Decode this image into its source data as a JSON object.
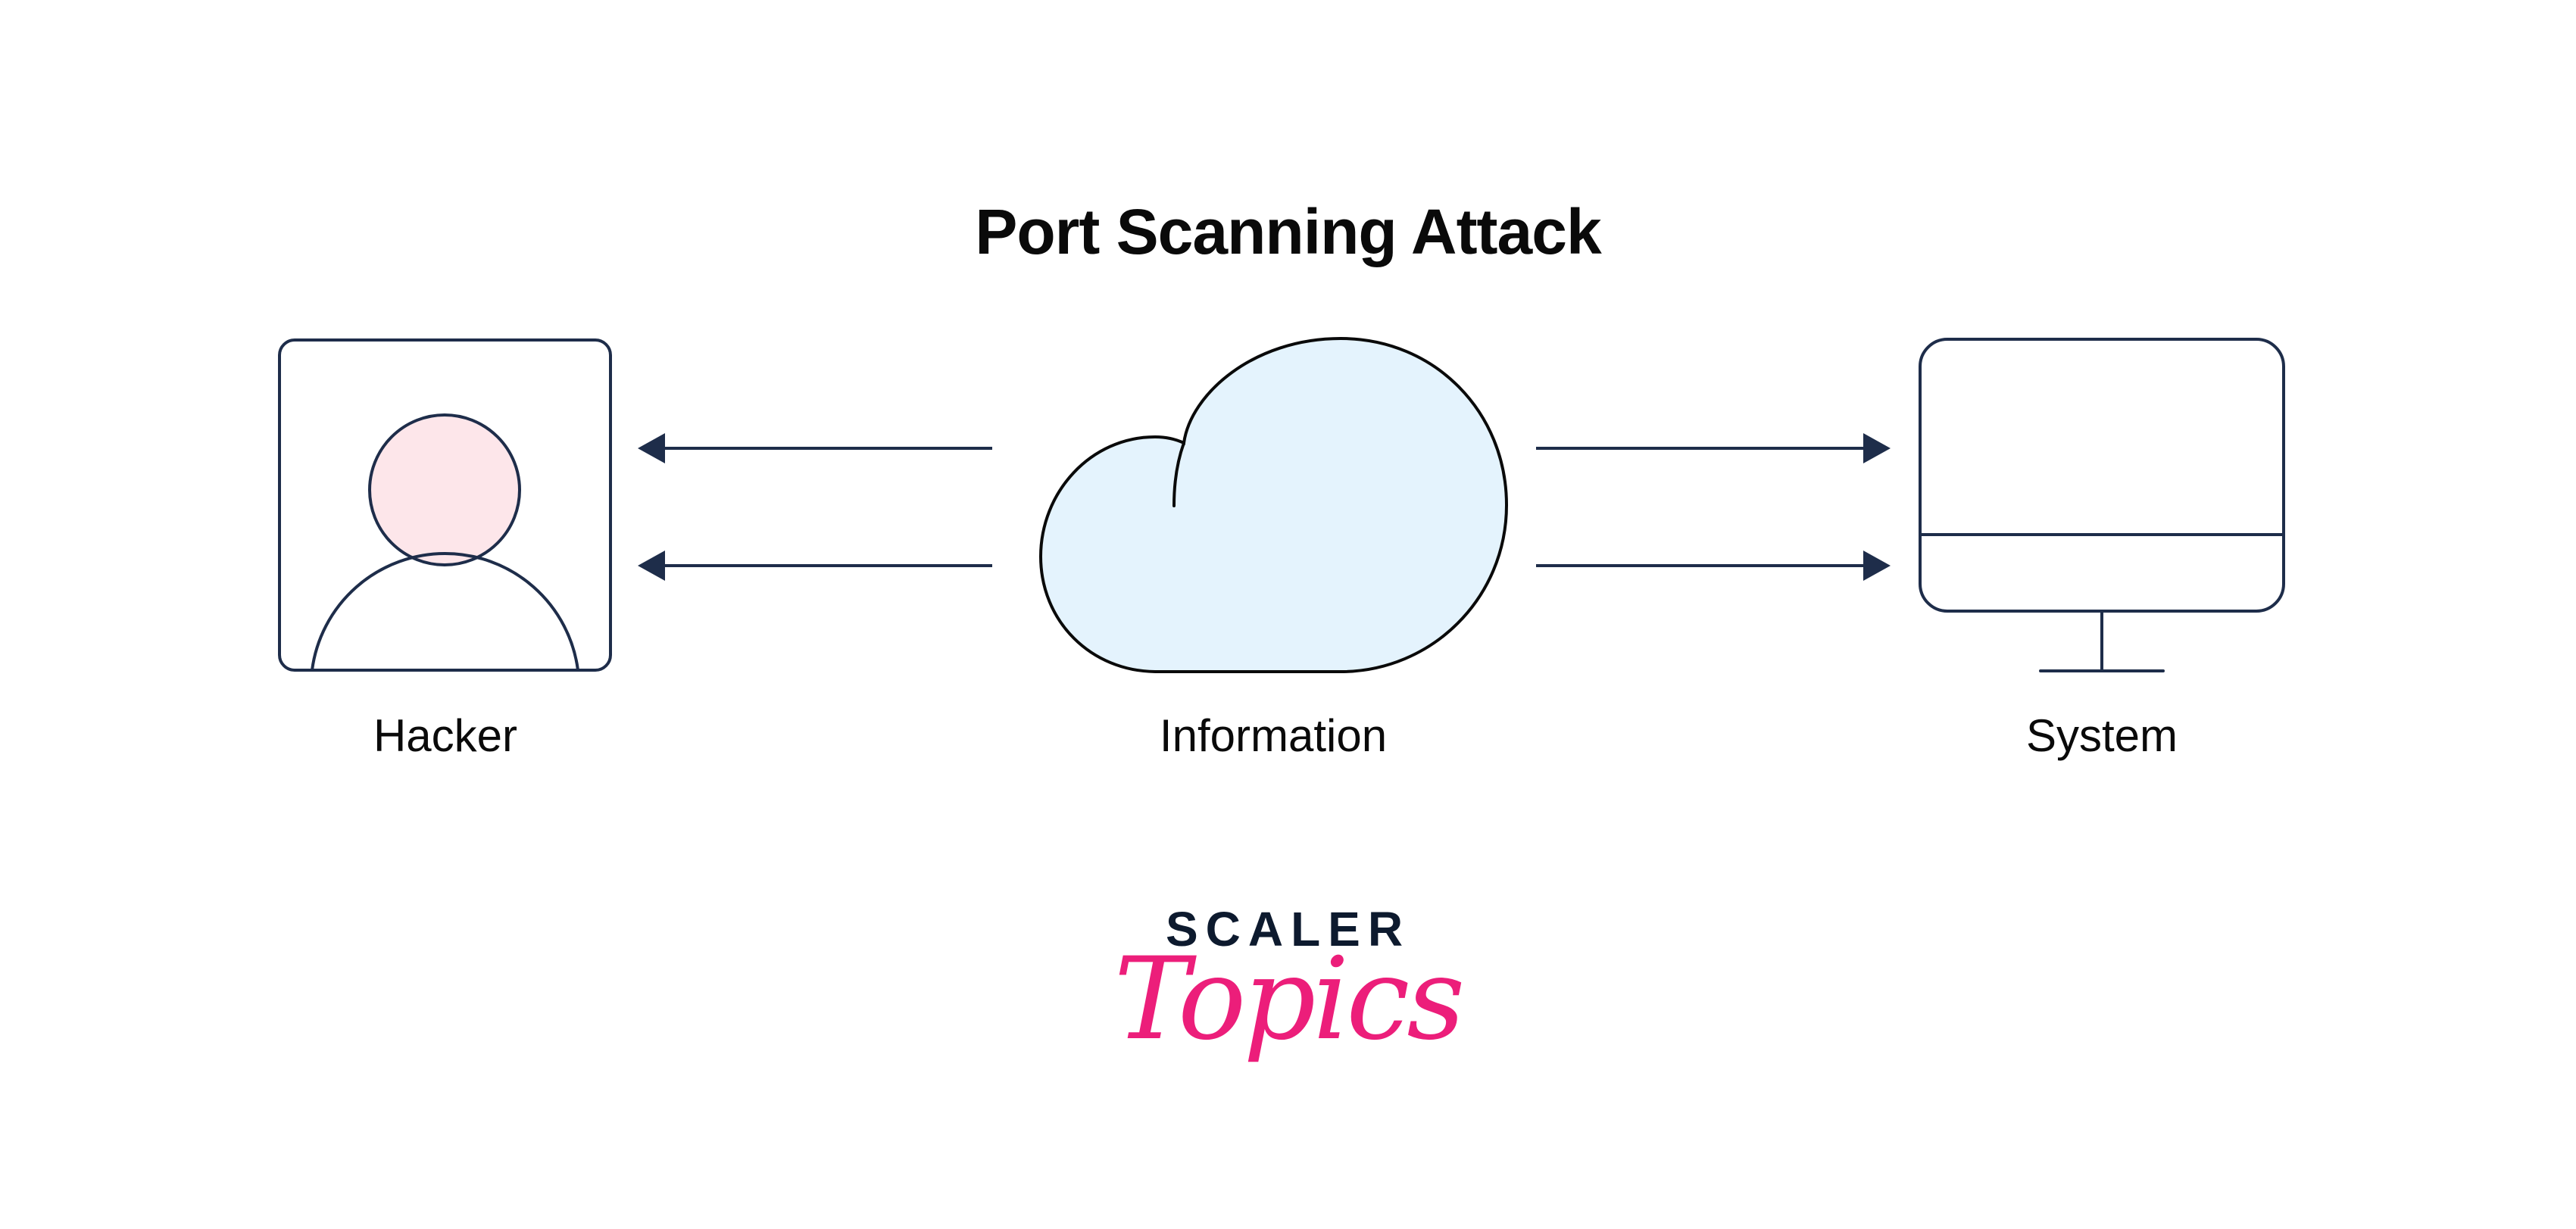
{
  "title": "Port Scanning Attack",
  "nodes": {
    "hacker": {
      "label": "Hacker"
    },
    "information": {
      "label": "Information"
    },
    "system": {
      "label": "System"
    }
  },
  "edges": [
    {
      "from": "information",
      "to": "hacker",
      "count": 2,
      "direction": "left"
    },
    {
      "from": "information",
      "to": "system",
      "count": 2,
      "direction": "right"
    }
  ],
  "colors": {
    "stroke": "#1e2d4a",
    "hacker_head_fill": "#fde6ea",
    "cloud_fill": "#e4f3fd",
    "cloud_stroke": "#0a0a0a",
    "logo_dark": "#0d1a2e",
    "logo_pink": "#ec1e7a"
  },
  "logo": {
    "top_text": "SCALER",
    "script_text": "Topics"
  }
}
